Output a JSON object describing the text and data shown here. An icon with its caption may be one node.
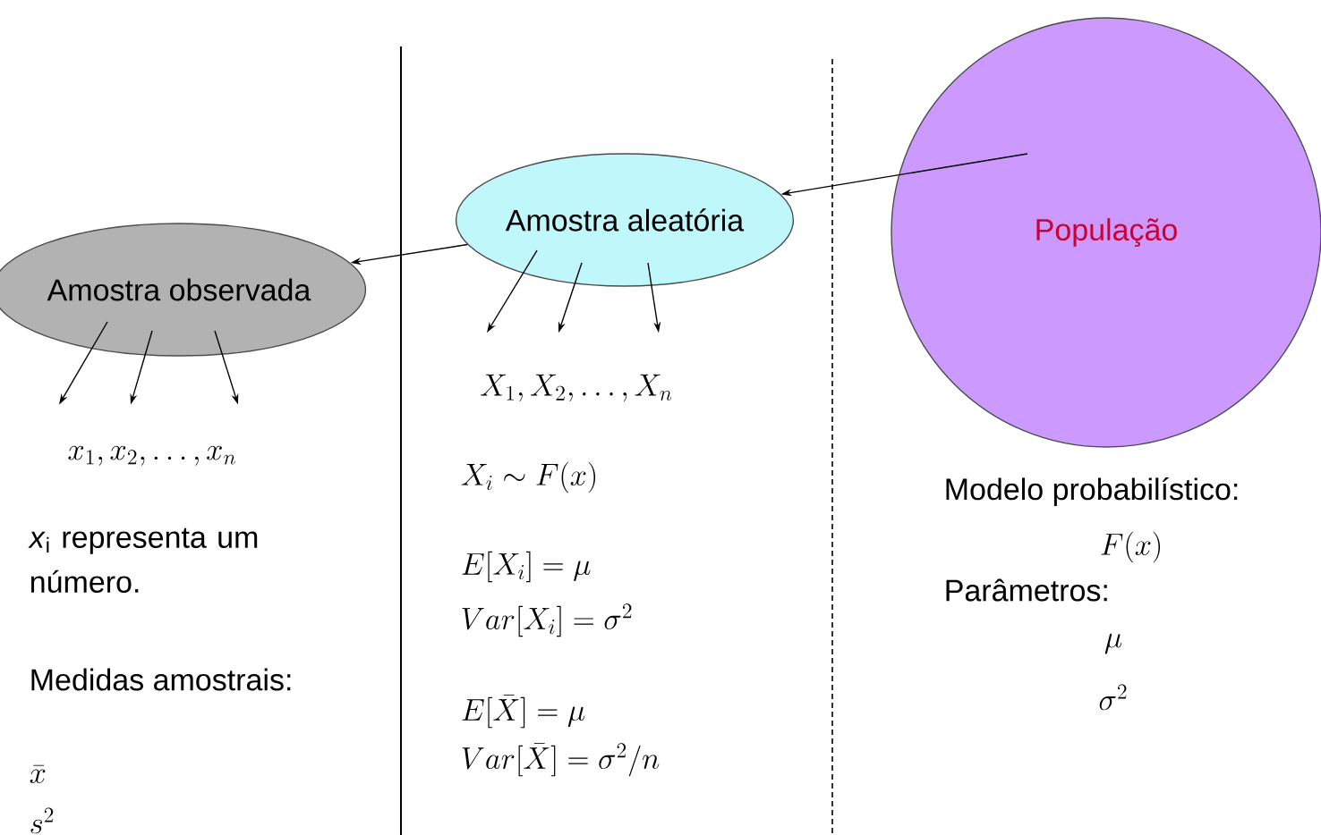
{
  "diagram": {
    "nodes": [
      {
        "text": [
          "Amostra observada"
        ]
      },
      {
        "text": [
          "Amostra aleatória"
        ]
      },
      {
        "text": [
          "População"
        ]
      },
      {
        "text": [
          "x_1, x_2, \\ldots, x_n"
        ]
      },
      {
        "text": [
          "X_1, X_2, \\ldots, X_n"
        ]
      }
    ],
    "edges": [
      {
        "from": 2,
        "to": 1,
        "arrow": "to"
      },
      {
        "from": 1,
        "to": 0,
        "arrow": "to"
      },
      {
        "from": 0,
        "to": 3,
        "arrow": "to"
      },
      {
        "from": 0,
        "to": 3,
        "arrow": "to"
      },
      {
        "from": 0,
        "to": 3,
        "arrow": "to"
      },
      {
        "from": 1,
        "to": 4,
        "arrow": "to"
      },
      {
        "from": 1,
        "to": 4,
        "arrow": "to"
      },
      {
        "from": 1,
        "to": 4,
        "arrow": "to"
      }
    ],
    "labels": [
      "*x*$_{i}$ representa um número.",
      "Medidas amostrais:",
      "\\bar{x}",
      "s^2",
      "X_i \\sim F(x)",
      "E[X_i]= \\mu",
      "Var[X_i]= \\sigma^2",
      "E[\\bar{X}]= \\mu",
      "Var[\\bar{X}]= \\sigma^2/n",
      "Modelo probabilístico:",
      "F(x)",
      "Parâmetros:",
      "\\mu",
      "\\sigma^2"
    ]
  }
}
